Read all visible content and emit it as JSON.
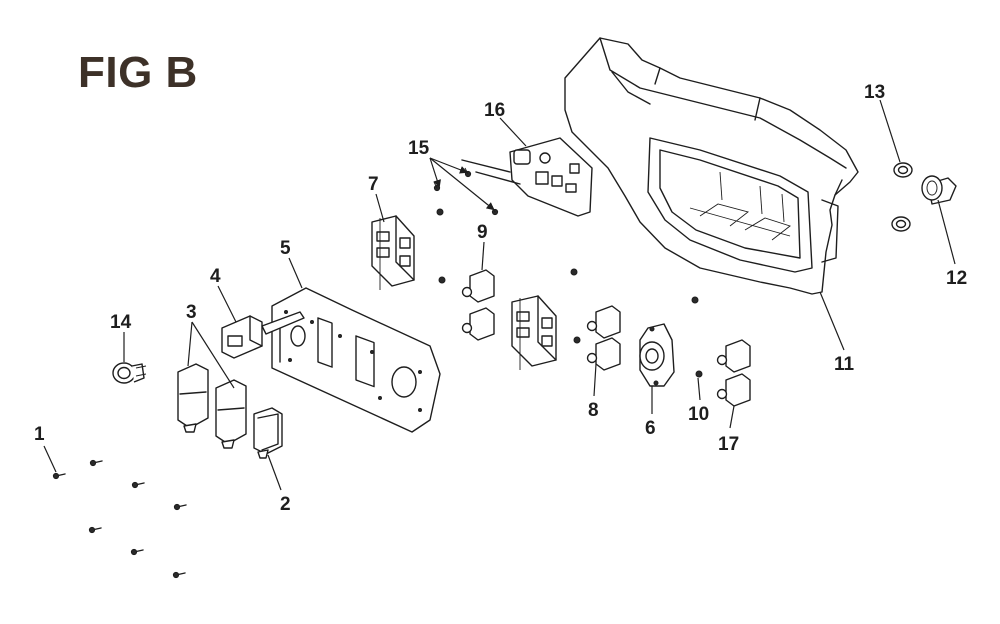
{
  "figure": {
    "title": "FIG B"
  },
  "callouts": [
    {
      "id": "1",
      "label": "1"
    },
    {
      "id": "2",
      "label": "2"
    },
    {
      "id": "3",
      "label": "3"
    },
    {
      "id": "4",
      "label": "4"
    },
    {
      "id": "5",
      "label": "5"
    },
    {
      "id": "6",
      "label": "6"
    },
    {
      "id": "7",
      "label": "7"
    },
    {
      "id": "8",
      "label": "8"
    },
    {
      "id": "9",
      "label": "9"
    },
    {
      "id": "10",
      "label": "10"
    },
    {
      "id": "11",
      "label": "11"
    },
    {
      "id": "12",
      "label": "12"
    },
    {
      "id": "13",
      "label": "13"
    },
    {
      "id": "14",
      "label": "14"
    },
    {
      "id": "15",
      "label": "15"
    },
    {
      "id": "16",
      "label": "16"
    },
    {
      "id": "17",
      "label": "17"
    }
  ],
  "colors": {
    "title": "#3d3128",
    "line": "#1e1e1e"
  }
}
